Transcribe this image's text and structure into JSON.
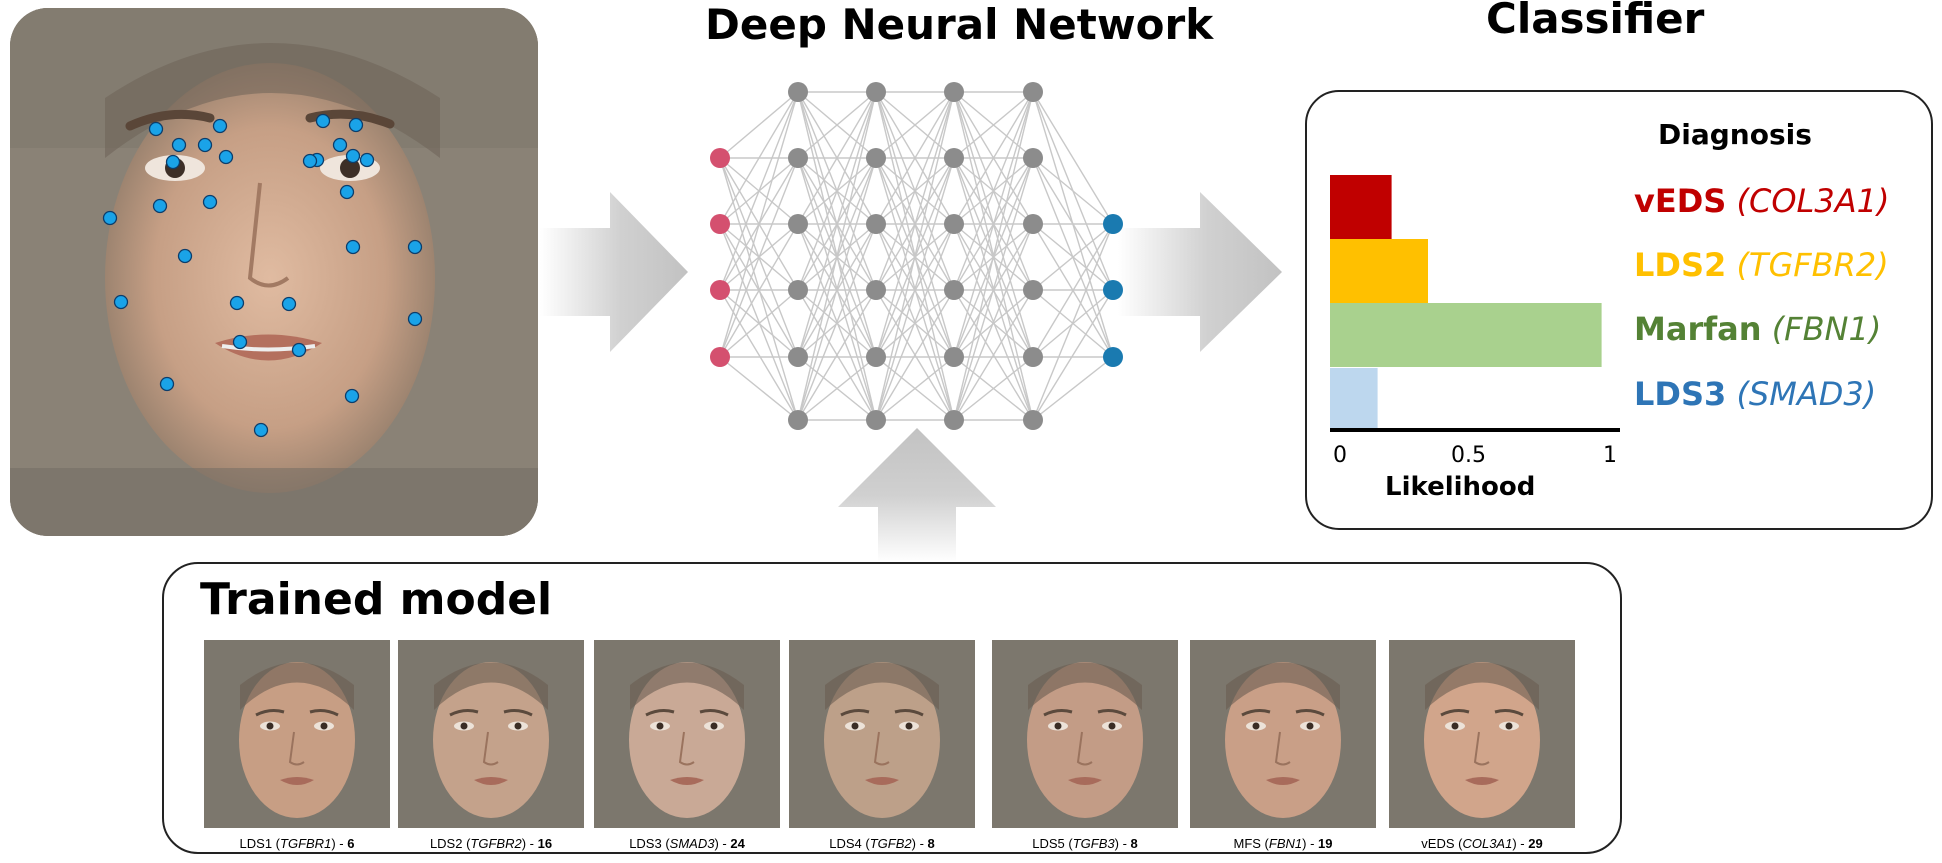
{
  "titles": {
    "dnn": "Deep Neural Network",
    "classifier": "Classifier",
    "trained": "Trained model"
  },
  "classifier": {
    "legend_title": "Diagnosis",
    "x_ticks": [
      "0",
      "0.5",
      "1"
    ],
    "x_label": "Likelihood",
    "rows": [
      {
        "abbr": "vEDS",
        "gene": "(COL3A1)",
        "color_abbr": "#c00000",
        "color_gene": "#c00000",
        "bar_color": "#c00000"
      },
      {
        "abbr": "LDS2",
        "gene": "(TGFBR2)",
        "color_abbr": "#ffc000",
        "color_gene": "#ffc000",
        "bar_color": "#ffc000"
      },
      {
        "abbr": "Marfan",
        "gene": "(FBN1)",
        "color_abbr": "#548235",
        "color_gene": "#548235",
        "bar_color": "#a9d18e"
      },
      {
        "abbr": "LDS3",
        "gene": "(SMAD3)",
        "color_abbr": "#2e75b6",
        "color_gene": "#2e75b6",
        "bar_color": "#bdd7ee"
      }
    ]
  },
  "chart_data": {
    "type": "bar",
    "orientation": "horizontal",
    "categories": [
      "vEDS (COL3A1)",
      "LDS2 (TGFBR2)",
      "Marfan (FBN1)",
      "LDS3 (SMAD3)"
    ],
    "values": [
      0.22,
      0.35,
      0.97,
      0.17
    ],
    "xlabel": "Likelihood",
    "xlim": [
      0,
      1
    ],
    "legend_title": "Diagnosis"
  },
  "network": {
    "layers": [
      4,
      6,
      6,
      6,
      6,
      3
    ],
    "input_color": "#d4506f",
    "hidden_color": "#8c8c8c",
    "output_color": "#1a7ab0",
    "edge_color": "#c8c8c8"
  },
  "trained": {
    "groups": [
      {
        "name": "LDS1",
        "gene": "TGFBR1",
        "count": "6"
      },
      {
        "name": "LDS2",
        "gene": "TGFBR2",
        "count": "16"
      },
      {
        "name": "LDS3",
        "gene": "SMAD3",
        "count": "24"
      },
      {
        "name": "LDS4",
        "gene": "TGFB2",
        "count": "8"
      },
      {
        "name": "LDS5",
        "gene": "TGFB3",
        "count": "8"
      },
      {
        "name": "MFS",
        "gene": "FBN1",
        "count": "19"
      },
      {
        "name": "vEDS",
        "gene": "COL3A1",
        "count": "29"
      }
    ]
  },
  "landmark_color": "#1aa3e8"
}
